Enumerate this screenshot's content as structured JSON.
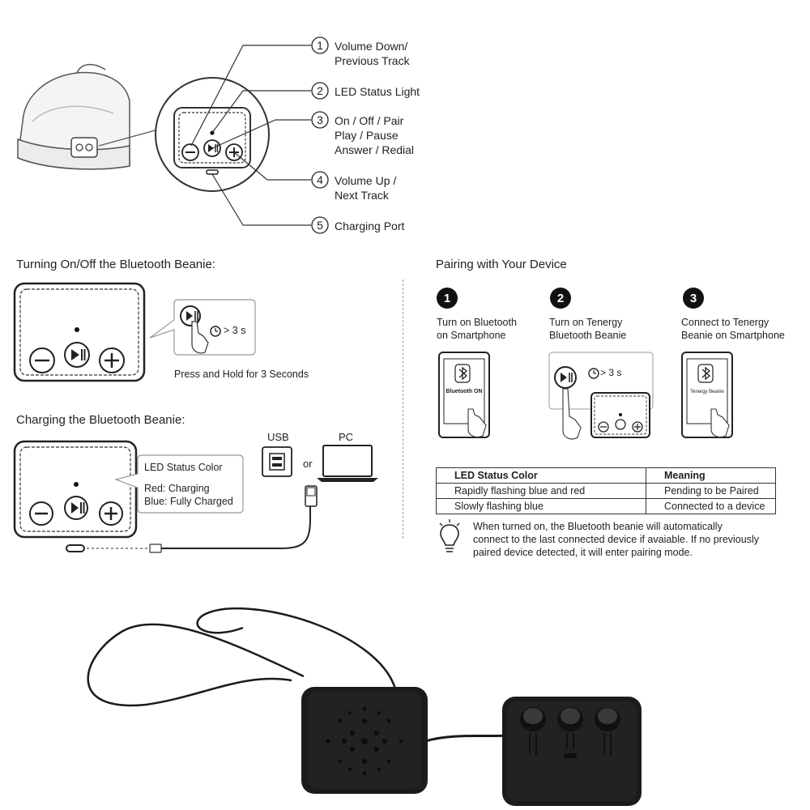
{
  "callouts": [
    {
      "num": "1",
      "lines": [
        "Volume Down/",
        "Previous Track"
      ]
    },
    {
      "num": "2",
      "lines": [
        "LED Status Light"
      ]
    },
    {
      "num": "3",
      "lines": [
        "On / Off / Pair",
        "Play / Pause",
        "Answer / Redial"
      ]
    },
    {
      "num": "4",
      "lines": [
        "Volume Up /",
        "Next Track"
      ]
    },
    {
      "num": "5",
      "lines": [
        "Charging Port"
      ]
    }
  ],
  "turning": {
    "title": "Turning On/Off the Bluetooth Beanie:",
    "timer": "> 3 s",
    "caption": "Press and Hold for 3 Seconds"
  },
  "charging": {
    "title": "Charging the Bluetooth Beanie:",
    "usb_label": "USB",
    "or_label": "or",
    "pc_label": "PC",
    "led_title": "LED Status Color",
    "led_red": "Red: Charging",
    "led_blue": "Blue: Fully Charged"
  },
  "pairing": {
    "title": "Pairing with Your Device",
    "steps": [
      {
        "num": "1",
        "lines": [
          "Turn on Bluetooth",
          "on Smartphone"
        ],
        "screen": "Bluetooth ON"
      },
      {
        "num": "2",
        "lines": [
          "Turn on Tenergy",
          "Bluetooth Beanie"
        ],
        "timer": "> 3 s"
      },
      {
        "num": "3",
        "lines": [
          "Connect to Tenergy",
          "Beanie on Smartphone"
        ],
        "screen": "Tenergy Beanie"
      }
    ],
    "table": {
      "headers": [
        "LED Status Color",
        "Meaning"
      ],
      "rows": [
        [
          "Rapidly flashing blue and red",
          "Pending to be Paired"
        ],
        [
          "Slowly flashing blue",
          "Connected to a device"
        ]
      ]
    },
    "tip": [
      "When turned on, the Bluetooth beanie will automatically",
      "connect to the last connected device if avaiable. If no previously",
      "paired device detected, it will enter pairing mode."
    ]
  },
  "colors": {
    "line": "#333333",
    "device": "#1b1b1b",
    "accent": "#111111"
  }
}
